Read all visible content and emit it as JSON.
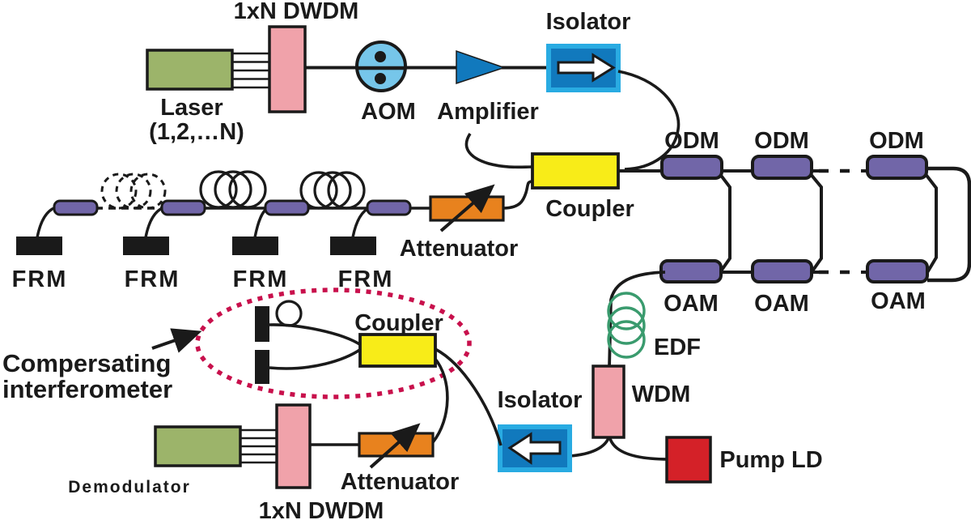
{
  "title": "Multiplexed fiber-optic interferometric sensor array schematic",
  "colors": {
    "green_box": "#9cb46a",
    "pink_box": "#f0a2aa",
    "aom_blue": "#76c6ea",
    "deep_blue": "#1179bd",
    "iso_border": "#29abe2",
    "yellow": "#f8ec18",
    "orange": "#e8821e",
    "purple": "#7166a8",
    "red": "#d42128",
    "edf_green": "#3a9b6e",
    "dotted_pink": "#c8104c",
    "line": "#1a1a1a",
    "white": "#ffffff"
  },
  "labels": {
    "dwdm_top": "1xN DWDM",
    "laser": "Laser",
    "laser_sub": "(1,2,…N)",
    "aom": "AOM",
    "amplifier": "Amplifier",
    "isolator_top": "Isolator",
    "odm": "ODM",
    "coupler_top": "Coupler",
    "attenuator_top": "Attenuator",
    "frm": "FRM",
    "oam": "OAM",
    "edf": "EDF",
    "wdm": "WDM",
    "pump_ld": "Pump LD",
    "isolator_bottom": "Isolator",
    "compensating_line1": "Compersating",
    "compensating_line2": "interferometer",
    "coupler_bottom": "Coupler",
    "attenuator_bottom": "Attenuator",
    "demodulator": "Demodulator",
    "dwdm_bottom": "1xN DWDM"
  }
}
